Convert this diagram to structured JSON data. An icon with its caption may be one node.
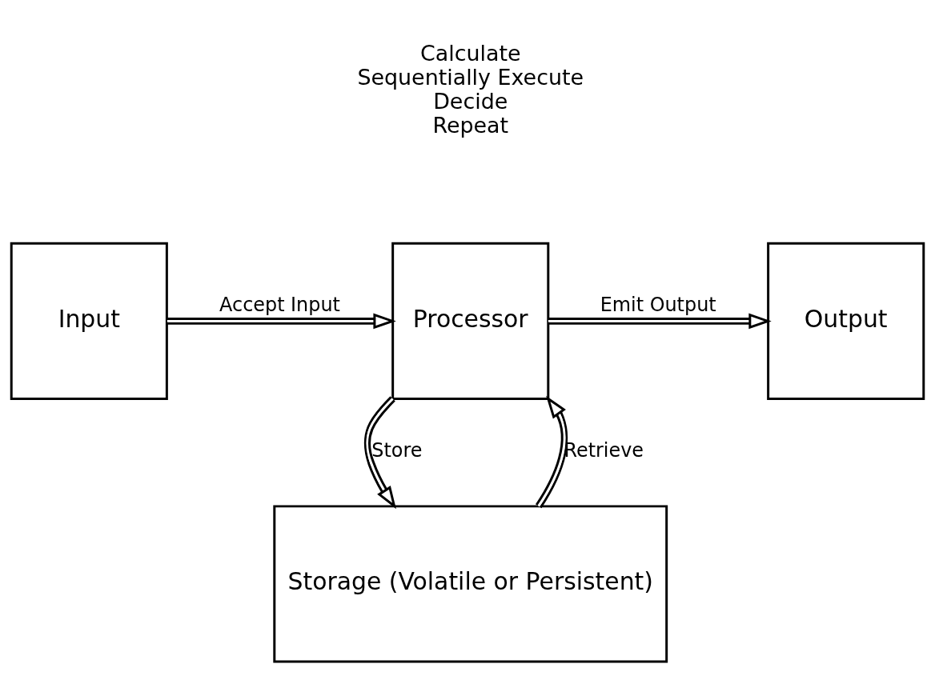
{
  "diagram": {
    "nodes": [
      {
        "text": [
          "Input"
        ]
      },
      {
        "text": [
          "Processor"
        ],
        "beside": [
          "Calculate",
          "Sequentially Execute",
          "Decide",
          "Repeat"
        ]
      },
      {
        "text": [
          "Output"
        ]
      },
      {
        "text": [
          "Storage (Volatile or Persistent)"
        ]
      }
    ],
    "edges": [
      {
        "from": 0,
        "to": 1,
        "arrow": "to",
        "label": "Accept Input"
      },
      {
        "from": 1,
        "to": 2,
        "arrow": "to",
        "label": "Emit Output"
      },
      {
        "from": 1,
        "to": 3,
        "arrow": "to",
        "label": "Store"
      },
      {
        "from": 3,
        "to": 1,
        "arrow": "to",
        "label": "Retrieve"
      }
    ]
  }
}
